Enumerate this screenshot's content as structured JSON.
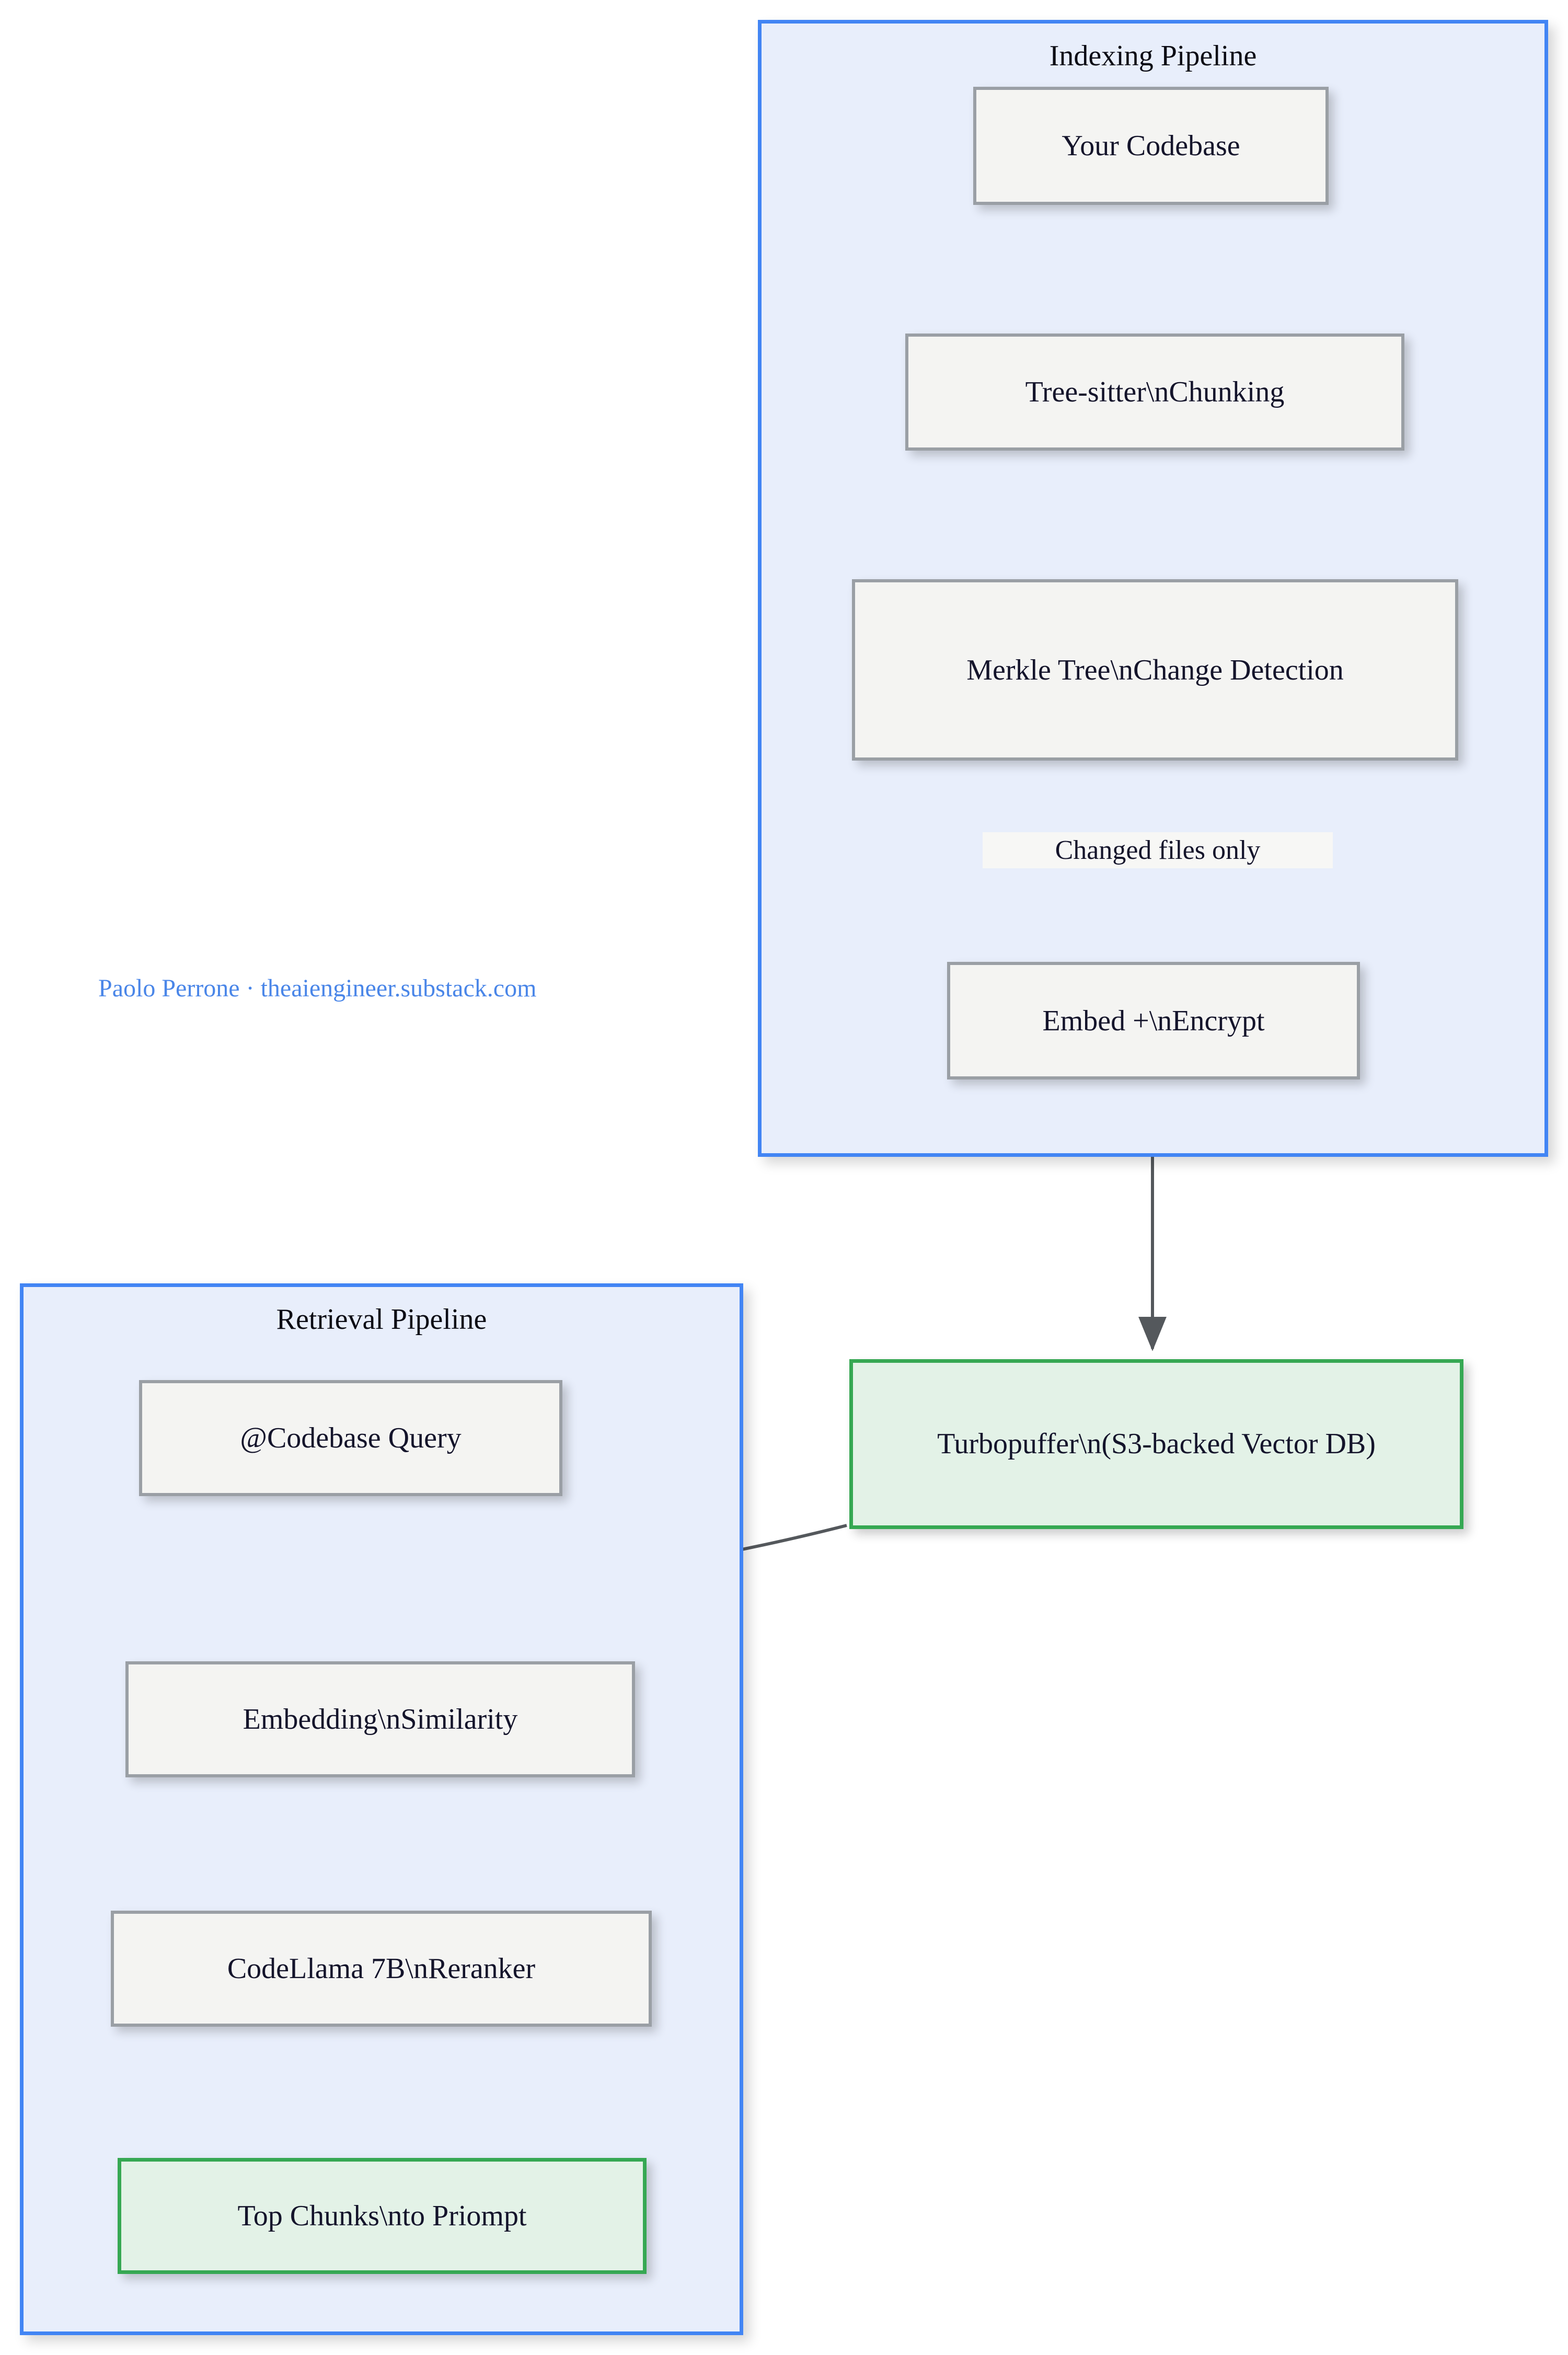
{
  "diagram": {
    "type": "flowchart",
    "subgraphs": [
      {
        "id": "indexing",
        "title": "Indexing Pipeline",
        "nodes": [
          {
            "id": "codebase",
            "label": "Your Codebase",
            "style": "gray"
          },
          {
            "id": "chunking",
            "label": "Tree-sitter\\nChunking",
            "style": "gray"
          },
          {
            "id": "merkle",
            "label": "Merkle Tree\\nChange Detection",
            "style": "gray"
          },
          {
            "id": "embed",
            "label": "Embed +\\nEncrypt",
            "style": "gray"
          }
        ]
      },
      {
        "id": "retrieval",
        "title": "Retrieval Pipeline",
        "nodes": [
          {
            "id": "query",
            "label": "@Codebase Query",
            "style": "gray"
          },
          {
            "id": "similarity",
            "label": "Embedding\\nSimilarity",
            "style": "gray"
          },
          {
            "id": "reranker",
            "label": "CodeLlama 7B\\nReranker",
            "style": "gray"
          },
          {
            "id": "topchunks",
            "label": "Top Chunks\\nto Priompt",
            "style": "green"
          }
        ]
      }
    ],
    "standalone_nodes": [
      {
        "id": "turbopuffer",
        "label": "Turbopuffer\\n(S3-backed Vector DB)",
        "style": "green"
      }
    ],
    "edges": [
      {
        "from": "codebase",
        "to": "chunking",
        "label": ""
      },
      {
        "from": "chunking",
        "to": "merkle",
        "label": ""
      },
      {
        "from": "merkle",
        "to": "embed",
        "label": "Changed files only"
      },
      {
        "from": "embed",
        "to": "turbopuffer",
        "label": ""
      },
      {
        "from": "query",
        "to": "similarity",
        "label": ""
      },
      {
        "from": "turbopuffer",
        "to": "similarity",
        "label": ""
      },
      {
        "from": "similarity",
        "to": "reranker",
        "label": ""
      },
      {
        "from": "reranker",
        "to": "topchunks",
        "label": ""
      }
    ]
  },
  "watermark": {
    "text": "Paolo Perrone · theaiengineer.substack.com"
  },
  "colors": {
    "subgraph_fill": "#e8eefb",
    "subgraph_border": "#4285f4",
    "node_fill": "#f4f4f2",
    "node_border": "#9a9fa5",
    "accent_fill": "#e3f2e7",
    "accent_border": "#36a853",
    "edge_stroke": "#54585c",
    "watermark_color": "#4a86e8",
    "text_color": "#14142b"
  }
}
